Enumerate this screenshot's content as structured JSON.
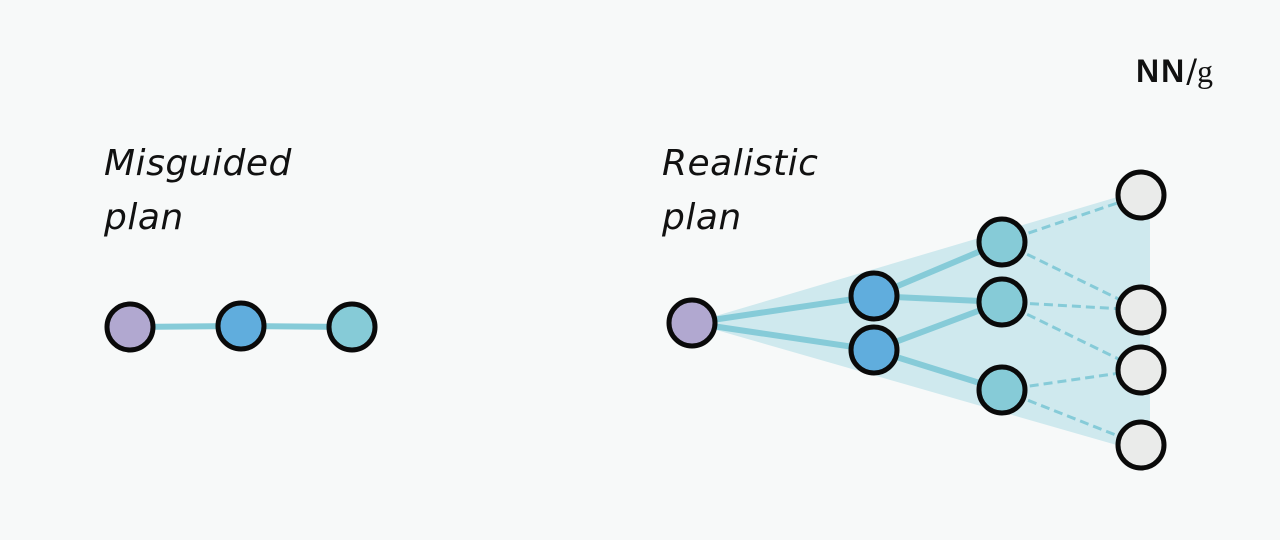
{
  "logo": {
    "nn": "NN",
    "slash": "/",
    "g": "g"
  },
  "colors": {
    "background": "#f7f9f9",
    "edge": "#86cbd8",
    "fan": "#cfe9ee",
    "node_stroke": "#0a0a0a",
    "start": "#b1a8d0",
    "step": "#60addd",
    "branch": "#86cbd7",
    "unknown": "#eaebea"
  },
  "misguided": {
    "label": "Misguided\nplan",
    "nodes": [
      {
        "id": "m1",
        "kind": "start"
      },
      {
        "id": "m2",
        "kind": "step"
      },
      {
        "id": "m3",
        "kind": "branch"
      }
    ],
    "edges": [
      {
        "from": "m1",
        "to": "m2",
        "style": "solid"
      },
      {
        "from": "m2",
        "to": "m3",
        "style": "solid"
      }
    ]
  },
  "realistic": {
    "label": "Realistic\nplan",
    "nodes": [
      {
        "id": "r0",
        "kind": "start"
      },
      {
        "id": "r1a",
        "kind": "step"
      },
      {
        "id": "r1b",
        "kind": "step"
      },
      {
        "id": "r2a",
        "kind": "branch"
      },
      {
        "id": "r2b",
        "kind": "branch"
      },
      {
        "id": "r2c",
        "kind": "branch"
      },
      {
        "id": "r3a",
        "kind": "unknown"
      },
      {
        "id": "r3b",
        "kind": "unknown"
      },
      {
        "id": "r3c",
        "kind": "unknown"
      },
      {
        "id": "r3d",
        "kind": "unknown"
      }
    ],
    "edges": [
      {
        "from": "r0",
        "to": "r1a",
        "style": "solid"
      },
      {
        "from": "r0",
        "to": "r1b",
        "style": "solid"
      },
      {
        "from": "r1a",
        "to": "r2a",
        "style": "solid"
      },
      {
        "from": "r1a",
        "to": "r2b",
        "style": "solid"
      },
      {
        "from": "r1b",
        "to": "r2b",
        "style": "solid"
      },
      {
        "from": "r1b",
        "to": "r2c",
        "style": "solid"
      },
      {
        "from": "r2a",
        "to": "r3a",
        "style": "dashed"
      },
      {
        "from": "r2a",
        "to": "r3b",
        "style": "dashed"
      },
      {
        "from": "r2b",
        "to": "r3b",
        "style": "dashed"
      },
      {
        "from": "r2b",
        "to": "r3c",
        "style": "dashed"
      },
      {
        "from": "r2c",
        "to": "r3c",
        "style": "dashed"
      },
      {
        "from": "r2c",
        "to": "r3d",
        "style": "dashed"
      }
    ]
  }
}
